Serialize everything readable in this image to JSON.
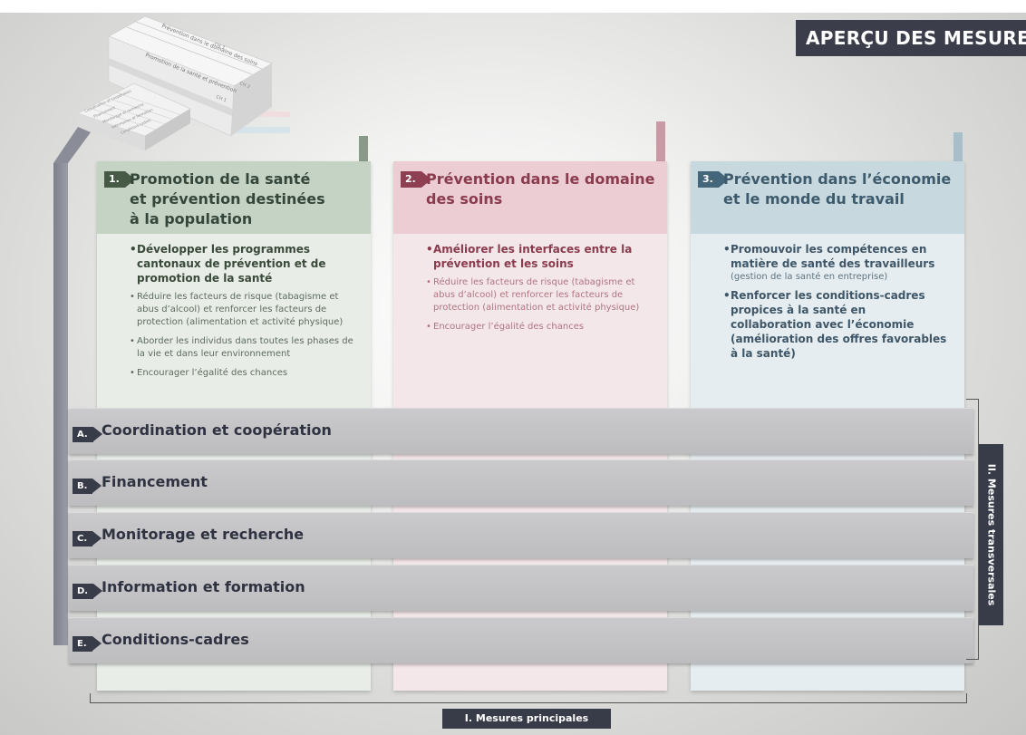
{
  "header": {
    "title": "APERÇU DES MESURES"
  },
  "model": {
    "top_labels": [
      "Prévention dans le domaine des soins",
      "Promotion de la santé et prévention"
    ],
    "slot_labels": [
      "CH 3",
      "CH 2",
      "CH 1"
    ],
    "side_labels": [
      "Coordination et coopération",
      "Financement",
      "Monitorage et recherche",
      "Information et formation",
      "Conditions-cadres"
    ]
  },
  "columns": [
    {
      "number": "1.",
      "title_lines": [
        "Promotion de la santé",
        "et prévention destinées",
        "à la population"
      ],
      "main_items": [
        "Développer les programmes cantonaux de prévention et de promotion de la santé"
      ],
      "sub_items": [
        "Réduire les facteurs de risque (tabagisme et abus d’alcool) et renforcer les facteurs de protection (alimentation et activité physique)",
        "Aborder les individus dans toutes les phases de la vie et dans leur environnement",
        "Encourager l’égalité des chances"
      ]
    },
    {
      "number": "2.",
      "title_lines": [
        "Prévention dans le domaine",
        "des soins"
      ],
      "main_items": [
        "Améliorer les interfaces entre la prévention et les soins"
      ],
      "sub_items": [
        "Réduire les facteurs de risque (tabagisme et abus d’alcool) et renforcer les facteurs de protection (alimentation et activité physique)",
        "Encourager l’égalité des chances"
      ]
    },
    {
      "number": "3.",
      "title_lines": [
        "Prévention dans l’économie",
        "et le monde du travail"
      ],
      "main_items": [
        "Promouvoir les compétences en matière de santé des travailleurs",
        "Renforcer les conditions-cadres propices à la santé en collaboration avec l’économie (amélioration des offres favorables à la santé)"
      ],
      "main_notes": [
        "(gestion de la santé en entreprise)"
      ],
      "sub_items": []
    }
  ],
  "rows": [
    {
      "letter": "A.",
      "label": "Coordination et coopération"
    },
    {
      "letter": "B.",
      "label": "Financement"
    },
    {
      "letter": "C.",
      "label": "Monitorage et recherche"
    },
    {
      "letter": "D.",
      "label": "Information et formation"
    },
    {
      "letter": "E.",
      "label": "Conditions-cadres"
    }
  ],
  "labels": {
    "transversal": "II. Mesures transversales",
    "principal": "I. Mesures principales"
  },
  "colors": {
    "dark": "#383b48",
    "green": "#465a46",
    "red": "#8e3f52",
    "blue": "#44667a"
  }
}
